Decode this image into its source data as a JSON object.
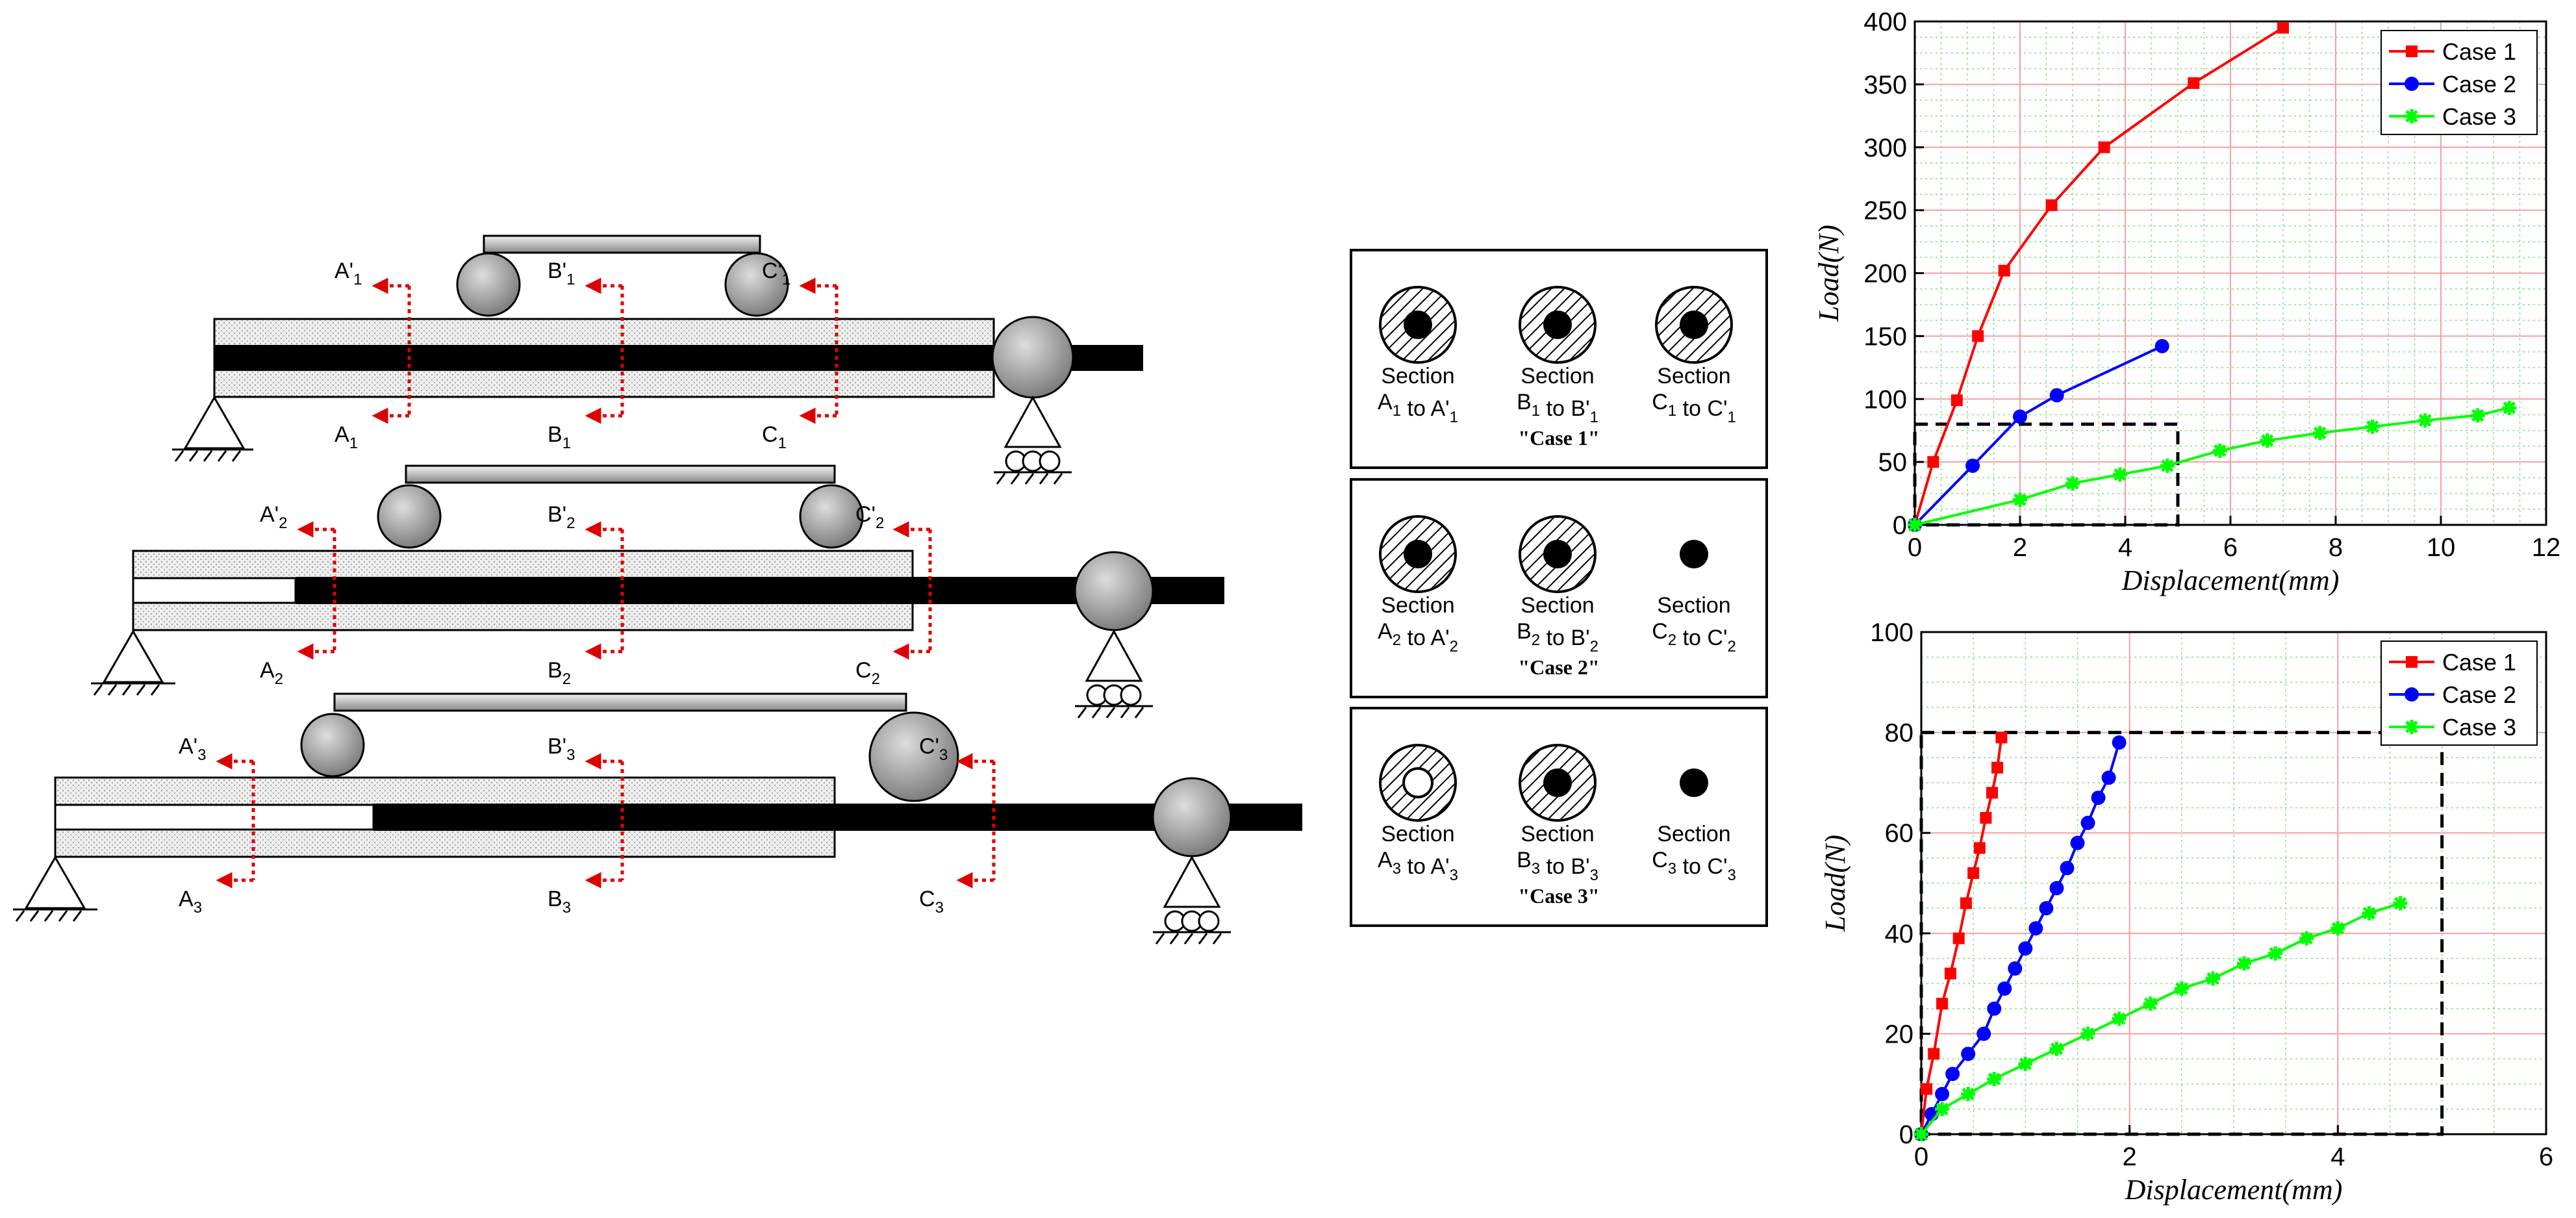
{
  "beam_diagram": {
    "cases": [
      {
        "id": "case1",
        "sections": [
          {
            "top": "A'1",
            "bottom": "A1"
          },
          {
            "top": "B'1",
            "bottom": "B1"
          },
          {
            "top": "C'1",
            "bottom": "C1"
          }
        ]
      },
      {
        "id": "case2",
        "sections": [
          {
            "top": "A'2",
            "bottom": "A2"
          },
          {
            "top": "B'2",
            "bottom": "B2"
          },
          {
            "top": "C'2",
            "bottom": "C2"
          }
        ]
      },
      {
        "id": "case3",
        "sections": [
          {
            "top": "A'3",
            "bottom": "A3"
          },
          {
            "top": "B'3",
            "bottom": "B3"
          },
          {
            "top": "C'3",
            "bottom": "C3"
          }
        ]
      }
    ]
  },
  "section_panels": [
    {
      "caption": "\"Case 1\"",
      "items": [
        {
          "word": "Section",
          "range": "A1 to A'1",
          "type": "filled"
        },
        {
          "word": "Section",
          "range": "B1 to B'1",
          "type": "filled"
        },
        {
          "word": "Section",
          "range": "C1 to C'1",
          "type": "filled"
        }
      ]
    },
    {
      "caption": "\"Case 2\"",
      "items": [
        {
          "word": "Section",
          "range": "A2 to A'2",
          "type": "filled"
        },
        {
          "word": "Section",
          "range": "B2 to B'2",
          "type": "filled"
        },
        {
          "word": "Section",
          "range": "C2 to C'2",
          "type": "core-only"
        }
      ]
    },
    {
      "caption": "\"Case 3\"",
      "items": [
        {
          "word": "Section",
          "range": "A3 to A'3",
          "type": "hollow"
        },
        {
          "word": "Section",
          "range": "B3 to B'3",
          "type": "filled"
        },
        {
          "word": "Section",
          "range": "C3 to C'3",
          "type": "core-only"
        }
      ]
    }
  ],
  "chart_data": [
    {
      "type": "line",
      "xlabel": "Displacement(mm)",
      "ylabel": "Load(N)",
      "xlim": [
        0,
        12
      ],
      "ylim": [
        0,
        400
      ],
      "xticks": [
        0,
        2,
        4,
        6,
        8,
        10,
        12
      ],
      "yticks": [
        0,
        50,
        100,
        150,
        200,
        250,
        300,
        350,
        400
      ],
      "grid": true,
      "legend": "top-right",
      "zoom_box": {
        "x": [
          0,
          5
        ],
        "y": [
          0,
          80
        ]
      },
      "series": [
        {
          "name": "Case 1",
          "color": "#ff0000",
          "marker": "square",
          "x": [
            0,
            0.35,
            0.8,
            1.2,
            1.7,
            2.6,
            3.6,
            5.3,
            7.0
          ],
          "y": [
            0,
            50,
            99,
            150,
            202,
            254,
            300,
            351,
            395
          ]
        },
        {
          "name": "Case 2",
          "color": "#0000ff",
          "marker": "circle",
          "x": [
            0,
            1.1,
            2.0,
            2.7,
            4.7
          ],
          "y": [
            0,
            47,
            86,
            103,
            142
          ]
        },
        {
          "name": "Case 3",
          "color": "#00ff00",
          "marker": "star",
          "x": [
            0,
            2.0,
            3.0,
            3.9,
            4.8,
            5.8,
            6.7,
            7.7,
            8.7,
            9.7,
            10.7,
            11.3
          ],
          "y": [
            0,
            20,
            33,
            40,
            47,
            59,
            67,
            73,
            78,
            83,
            87,
            93
          ]
        }
      ]
    },
    {
      "type": "line",
      "xlabel": "Displacement(mm)",
      "ylabel": "Load(N)",
      "xlim": [
        0,
        6
      ],
      "ylim": [
        0,
        100
      ],
      "xticks": [
        0,
        2,
        4,
        6
      ],
      "yticks": [
        0,
        20,
        40,
        60,
        80,
        100
      ],
      "grid": true,
      "legend": "top-right",
      "zoom_box": {
        "x": [
          0,
          5
        ],
        "y": [
          0,
          80
        ]
      },
      "series": [
        {
          "name": "Case 1",
          "color": "#ff0000",
          "marker": "square",
          "x": [
            0,
            0.05,
            0.12,
            0.2,
            0.28,
            0.36,
            0.43,
            0.5,
            0.56,
            0.62,
            0.68,
            0.73,
            0.77
          ],
          "y": [
            0,
            9,
            16,
            26,
            32,
            39,
            46,
            52,
            57,
            63,
            68,
            73,
            79
          ]
        },
        {
          "name": "Case 2",
          "color": "#0000ff",
          "marker": "circle",
          "x": [
            0,
            0.1,
            0.2,
            0.3,
            0.45,
            0.6,
            0.7,
            0.8,
            0.9,
            1.0,
            1.1,
            1.2,
            1.3,
            1.4,
            1.5,
            1.6,
            1.7,
            1.8,
            1.9
          ],
          "y": [
            0,
            4,
            8,
            12,
            16,
            20,
            25,
            29,
            33,
            37,
            41,
            45,
            49,
            53,
            58,
            62,
            67,
            71,
            78
          ]
        },
        {
          "name": "Case 3",
          "color": "#00ff00",
          "marker": "star",
          "x": [
            0,
            0.2,
            0.45,
            0.7,
            1.0,
            1.3,
            1.6,
            1.9,
            2.2,
            2.5,
            2.8,
            3.1,
            3.4,
            3.7,
            4.0,
            4.3,
            4.6
          ],
          "y": [
            0,
            5,
            8,
            11,
            14,
            17,
            20,
            23,
            26,
            29,
            31,
            34,
            36,
            39,
            41,
            44,
            46
          ]
        }
      ]
    }
  ],
  "colors": {
    "hatch": "#dddddd",
    "core": "#000000",
    "cut_arrow": "#dd0000",
    "roller": "#999999"
  }
}
